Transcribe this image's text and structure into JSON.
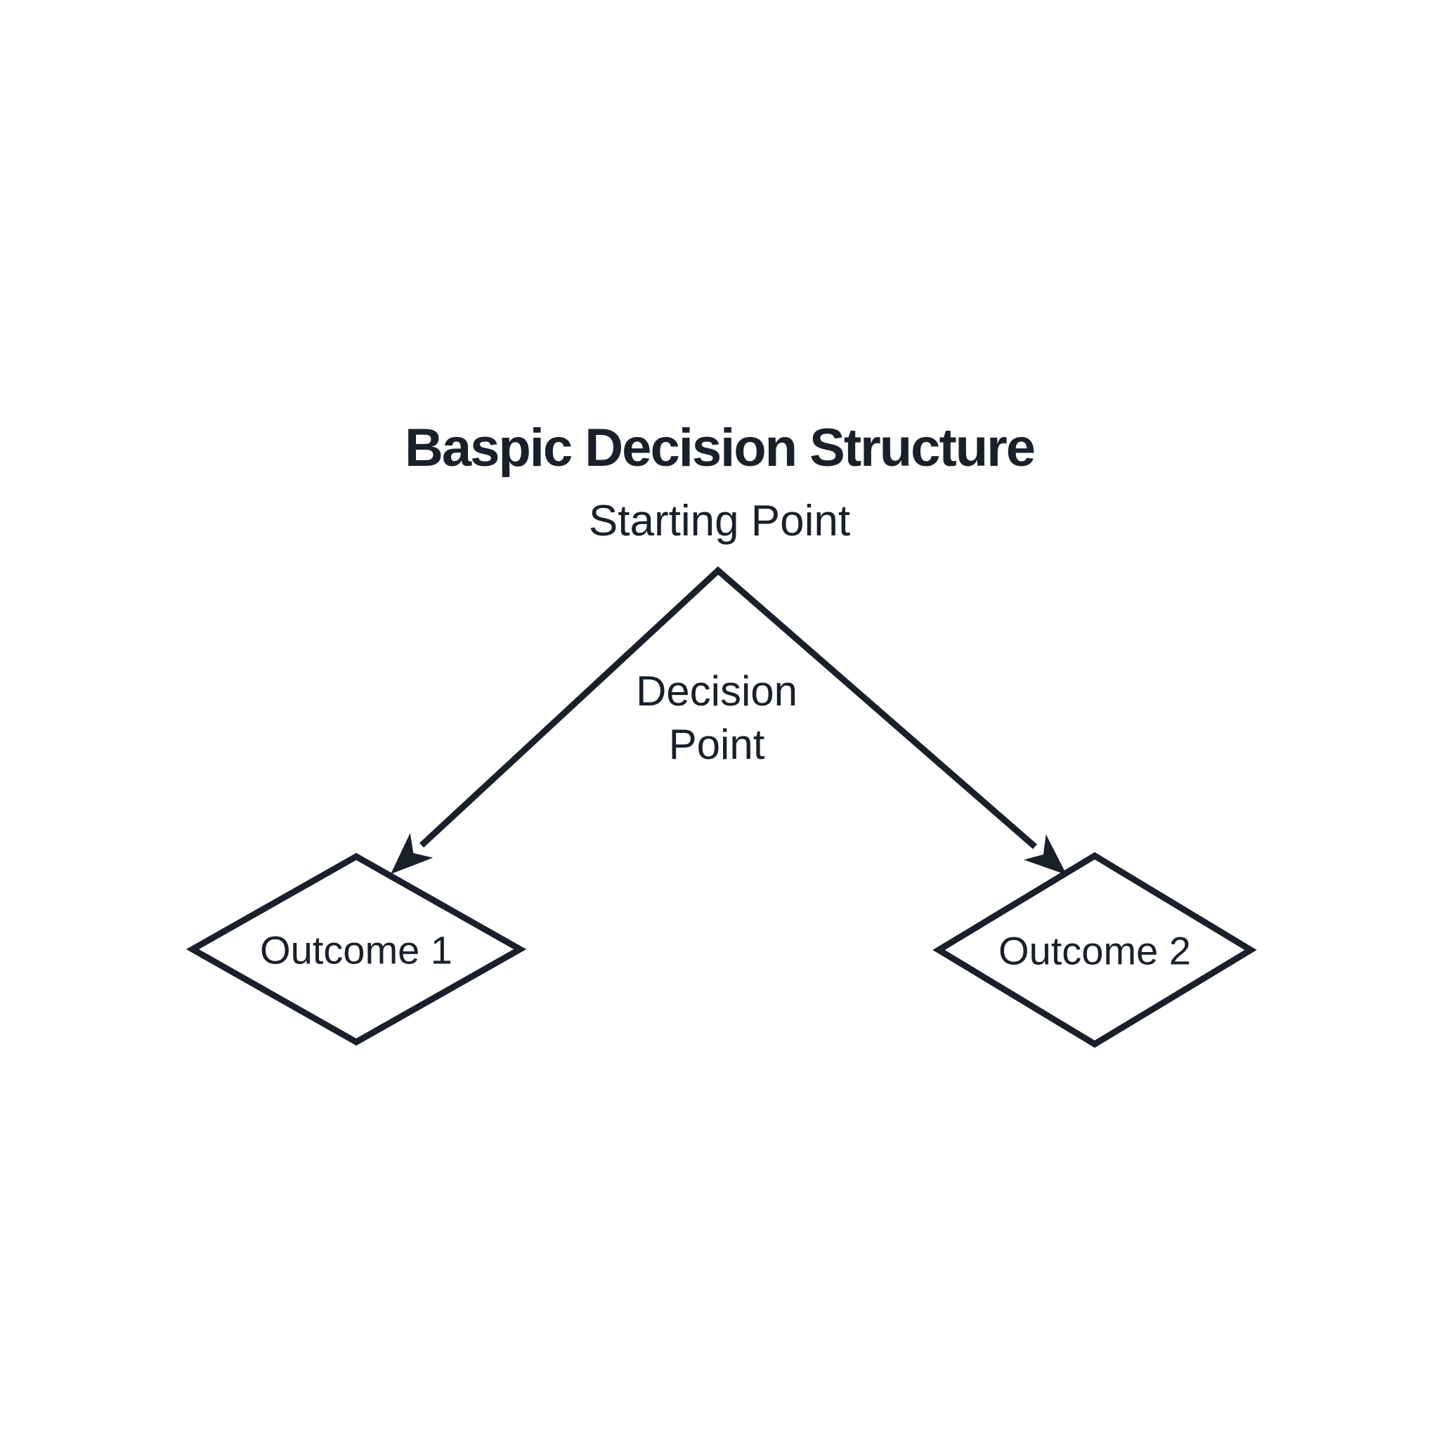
{
  "diagram": {
    "title": "Baspic Decision Structure",
    "start_node": {
      "label": "Starting Point"
    },
    "decision_node": {
      "label_line1": "Decision",
      "label_line2": "Point"
    },
    "outcomes": [
      {
        "label": "Outcome 1"
      },
      {
        "label": "Outcome 2"
      }
    ],
    "colors": {
      "ink": "#1a202a",
      "background": "#ffffff"
    }
  }
}
